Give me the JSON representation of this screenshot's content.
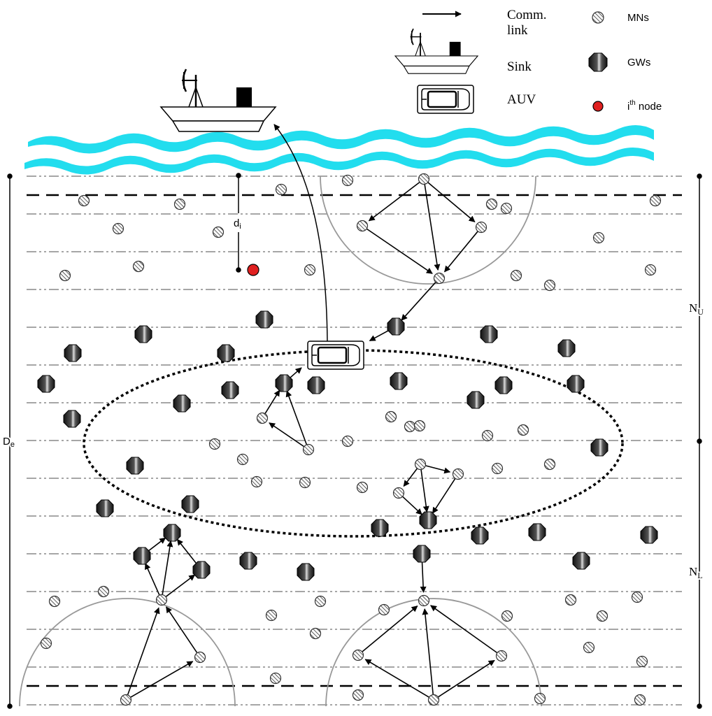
{
  "legend": {
    "comm_link": "Comm. link",
    "sink": "Sink",
    "auv": "AUV",
    "mns": "MNs",
    "gws": "GWs",
    "ith_node_i": "i",
    "ith_node_sup": "th",
    "ith_node_rest": " node"
  },
  "labels": {
    "di_main": "d",
    "di_sub": "i",
    "de_main": "D",
    "de_sub": "e",
    "nu_main": "N",
    "nu_sub": "U",
    "nl_main": "N",
    "nl_sub": "L"
  },
  "colors": {
    "water": "#22ddee",
    "ith_node": "#e02020",
    "line": "#000000",
    "layer_line": "#888888",
    "range_circle": "#999999"
  },
  "icons": [
    "arrow-icon",
    "ship-icon",
    "auv-icon",
    "mn-node-icon",
    "gw-node-icon",
    "ith-node-icon"
  ]
}
